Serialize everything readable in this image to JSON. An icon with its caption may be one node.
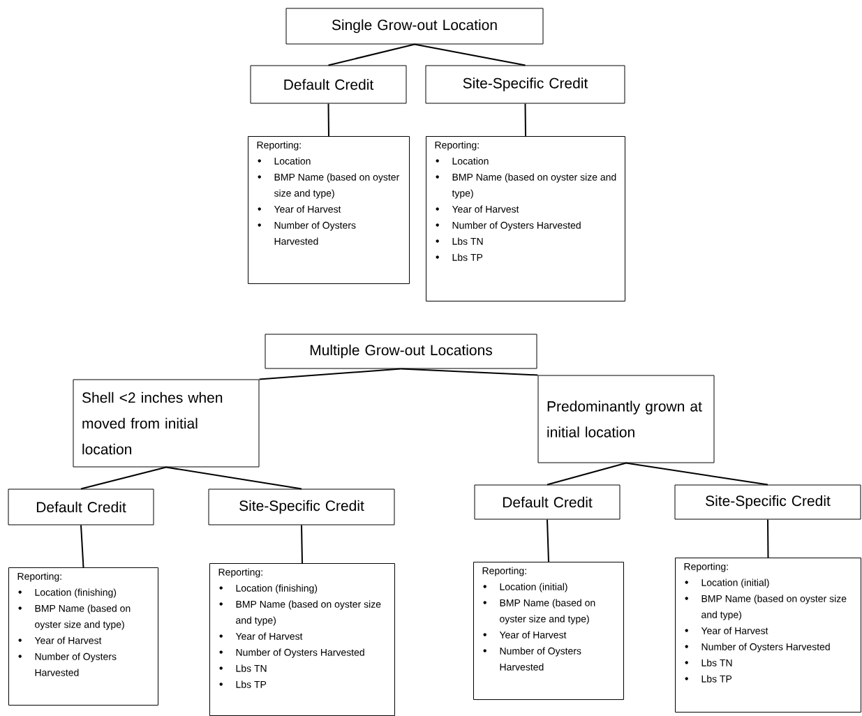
{
  "diagram": {
    "nodes": [
      {
        "text": [
          "Single Grow-out Location"
        ]
      },
      {
        "text": [
          "Default Credit"
        ]
      },
      {
        "text": [
          "Site-Specific Credit"
        ]
      },
      {
        "text": [
          "Reporting:",
          "Location",
          "BMP Name (based on oyster size and type)",
          "Year of Harvest",
          "Number of Oysters Harvested"
        ]
      },
      {
        "text": [
          "Reporting:",
          "Location",
          "BMP Name (based on oyster size and type)",
          "Year of Harvest",
          "Number of Oysters Harvested",
          "Lbs TN",
          "Lbs TP"
        ]
      },
      {
        "text": [
          "Multiple Grow-out Locations"
        ]
      },
      {
        "text": [
          "Shell <2 inches when moved from initial location"
        ]
      },
      {
        "text": [
          "Predominantly grown at initial location"
        ]
      },
      {
        "text": [
          "Default Credit"
        ]
      },
      {
        "text": [
          "Site-Specific Credit"
        ]
      },
      {
        "text": [
          "Reporting:",
          "Location (finishing)",
          "BMP Name (based on oyster size and type)",
          "Year of Harvest",
          "Number of Oysters Harvested"
        ]
      },
      {
        "text": [
          "Reporting:",
          "Location (finishing)",
          "BMP Name (based on oyster size and type)",
          "Year of Harvest",
          "Number of Oysters Harvested",
          "Lbs TN",
          "Lbs TP"
        ]
      },
      {
        "text": [
          "Default Credit"
        ]
      },
      {
        "text": [
          "Site-Specific Credit"
        ]
      },
      {
        "text": [
          "Reporting:",
          "Location (initial)",
          "BMP Name (based on oyster size and type)",
          "Year of Harvest",
          "Number of Oysters Harvested"
        ]
      },
      {
        "text": [
          "Reporting:",
          "Location (initial)",
          "BMP Name (based on oyster size and type)",
          "Year of Harvest",
          "Number of Oysters Harvested",
          "Lbs TN",
          "Lbs TP"
        ]
      }
    ],
    "edges": [
      {
        "from": 0,
        "to": 1,
        "arrow": "none"
      },
      {
        "from": 0,
        "to": 2,
        "arrow": "none"
      },
      {
        "from": 1,
        "to": 3,
        "arrow": "none"
      },
      {
        "from": 2,
        "to": 4,
        "arrow": "none"
      },
      {
        "from": 5,
        "to": 6,
        "arrow": "none"
      },
      {
        "from": 5,
        "to": 7,
        "arrow": "none"
      },
      {
        "from": 6,
        "to": 8,
        "arrow": "none"
      },
      {
        "from": 6,
        "to": 9,
        "arrow": "none"
      },
      {
        "from": 8,
        "to": 10,
        "arrow": "none"
      },
      {
        "from": 9,
        "to": 11,
        "arrow": "none"
      },
      {
        "from": 7,
        "to": 12,
        "arrow": "none"
      },
      {
        "from": 7,
        "to": 13,
        "arrow": "none"
      },
      {
        "from": 12,
        "to": 14,
        "arrow": "none"
      },
      {
        "from": 13,
        "to": 15,
        "arrow": "none"
      }
    ]
  }
}
